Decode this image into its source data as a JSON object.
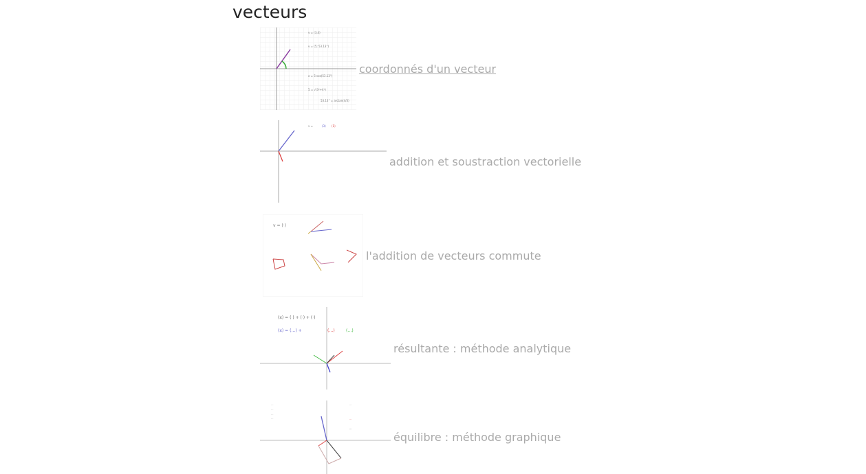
{
  "page": {
    "title": "vecteurs"
  },
  "links": [
    {
      "label": "coordonnés d'un vecteur",
      "thumbnail": "vector-coordinates-graph"
    },
    {
      "label": "addition et soustraction vectorielle",
      "thumbnail": "vector-addition-graph"
    },
    {
      "label": "l'addition de vecteurs commute",
      "thumbnail": "vector-commutation-graph"
    },
    {
      "label": "résultante : méthode analytique",
      "thumbnail": "resultant-analytic-graph"
    },
    {
      "label": "équilibre : méthode graphique",
      "thumbnail": "equilibrium-graphic-graph"
    }
  ],
  "colors": {
    "link": "#aaaaaa",
    "title": "#222222"
  }
}
